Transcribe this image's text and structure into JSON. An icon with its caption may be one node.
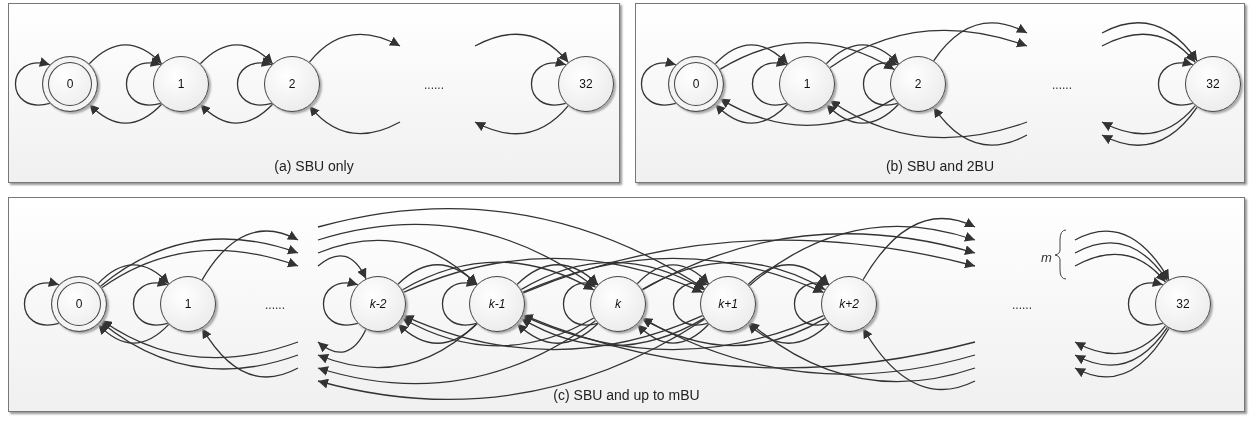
{
  "diagram": {
    "nodes": [
      {
        "text": [
          "(a) SBU only"
        ]
      },
      {
        "text": [
          "0"
        ],
        "in": 0
      },
      {
        "text": [
          "1"
        ],
        "in": 0
      },
      {
        "text": [
          "2"
        ],
        "in": 0
      },
      {
        "text": [
          "32"
        ],
        "in": 0
      },
      {
        "text": [
          "(b) SBU and 2BU"
        ]
      },
      {
        "text": [
          "0"
        ],
        "in": 5
      },
      {
        "text": [
          "1"
        ],
        "in": 5
      },
      {
        "text": [
          "2"
        ],
        "in": 5
      },
      {
        "text": [
          "32"
        ],
        "in": 5
      },
      {
        "text": [
          "(c) SBU and up to mBU"
        ]
      },
      {
        "text": [
          "0"
        ],
        "in": 10
      },
      {
        "text": [
          "1"
        ],
        "in": 10
      },
      {
        "text": [
          "k-2"
        ],
        "in": 10
      },
      {
        "text": [
          "k-1"
        ],
        "in": 10
      },
      {
        "text": [
          "k"
        ],
        "in": 10
      },
      {
        "text": [
          "k+1"
        ],
        "in": 10
      },
      {
        "text": [
          "k+2"
        ],
        "in": 10
      },
      {
        "text": [
          "32"
        ],
        "in": 10
      }
    ],
    "edges": [
      {
        "from": 1,
        "to": 1,
        "arrow": "to"
      },
      {
        "from": 1,
        "to": 2,
        "arrow": "to"
      },
      {
        "from": 2,
        "to": 1,
        "arrow": "to"
      },
      {
        "from": 2,
        "to": 2,
        "arrow": "to"
      },
      {
        "from": 2,
        "to": 3,
        "arrow": "to"
      },
      {
        "from": 3,
        "to": 2,
        "arrow": "to"
      },
      {
        "from": 3,
        "to": 3,
        "arrow": "to"
      },
      {
        "from": 3,
        "to": null,
        "arrow": "to"
      },
      {
        "from": null,
        "to": 3,
        "arrow": "to"
      },
      {
        "from": null,
        "to": 4,
        "arrow": "to"
      },
      {
        "from": 4,
        "to": null,
        "arrow": "to"
      },
      {
        "from": 4,
        "to": 4,
        "arrow": "to"
      },
      {
        "from": 6,
        "to": 6,
        "arrow": "to"
      },
      {
        "from": 6,
        "to": 7,
        "arrow": "to"
      },
      {
        "from": 6,
        "to": 8,
        "arrow": "to"
      },
      {
        "from": 7,
        "to": 6,
        "arrow": "to"
      },
      {
        "from": 8,
        "to": 6,
        "arrow": "to"
      },
      {
        "from": 7,
        "to": 7,
        "arrow": "to"
      },
      {
        "from": 7,
        "to": 8,
        "arrow": "to"
      },
      {
        "from": 7,
        "to": null,
        "arrow": "to"
      },
      {
        "from": 8,
        "to": 7,
        "arrow": "to"
      },
      {
        "from": 8,
        "to": 8,
        "arrow": "to"
      },
      {
        "from": 8,
        "to": null,
        "arrow": "to"
      },
      {
        "from": null,
        "to": 7,
        "arrow": "to"
      },
      {
        "from": null,
        "to": 8,
        "arrow": "to"
      },
      {
        "from": null,
        "to": 9,
        "arrow": "to"
      },
      {
        "from": null,
        "to": 9,
        "arrow": "to"
      },
      {
        "from": 9,
        "to": null,
        "arrow": "to"
      },
      {
        "from": 9,
        "to": null,
        "arrow": "to"
      },
      {
        "from": 9,
        "to": 9,
        "arrow": "to"
      },
      {
        "from": 11,
        "to": 11,
        "arrow": "to"
      },
      {
        "from": 11,
        "to": 12,
        "arrow": "to"
      },
      {
        "from": 11,
        "to": null,
        "arrow": "to"
      },
      {
        "from": 11,
        "to": null,
        "arrow": "to"
      },
      {
        "from": 12,
        "to": 11,
        "arrow": "to"
      },
      {
        "from": null,
        "to": 11,
        "arrow": "to"
      },
      {
        "from": null,
        "to": 11,
        "arrow": "to"
      },
      {
        "from": 12,
        "to": 12,
        "arrow": "to"
      },
      {
        "from": 12,
        "to": null,
        "arrow": "to"
      },
      {
        "from": null,
        "to": 12,
        "arrow": "to"
      },
      {
        "from": null,
        "to": 13,
        "arrow": "to"
      },
      {
        "from": null,
        "to": 14,
        "arrow": "to"
      },
      {
        "from": null,
        "to": 15,
        "arrow": "to"
      },
      {
        "from": null,
        "to": 16,
        "arrow": "to"
      },
      {
        "from": 13,
        "to": 13,
        "arrow": "to"
      },
      {
        "from": 13,
        "to": 14,
        "arrow": "to"
      },
      {
        "from": 13,
        "to": 15,
        "arrow": "to"
      },
      {
        "from": 13,
        "to": 16,
        "arrow": "to"
      },
      {
        "from": 13,
        "to": null,
        "arrow": "to"
      },
      {
        "from": 14,
        "to": 14,
        "arrow": "to"
      },
      {
        "from": 14,
        "to": 13,
        "arrow": "to"
      },
      {
        "from": 14,
        "to": 15,
        "arrow": "to"
      },
      {
        "from": 14,
        "to": 16,
        "arrow": "to"
      },
      {
        "from": 14,
        "to": 17,
        "arrow": "to"
      },
      {
        "from": 14,
        "to": null,
        "arrow": "to"
      },
      {
        "from": 14,
        "to": null,
        "arrow": "to"
      },
      {
        "from": 15,
        "to": 15,
        "arrow": "to"
      },
      {
        "from": 15,
        "to": 13,
        "arrow": "to"
      },
      {
        "from": 15,
        "to": 14,
        "arrow": "to"
      },
      {
        "from": 15,
        "to": 16,
        "arrow": "to"
      },
      {
        "from": 15,
        "to": 17,
        "arrow": "to"
      },
      {
        "from": 15,
        "to": null,
        "arrow": "to"
      },
      {
        "from": 15,
        "to": null,
        "arrow": "to"
      },
      {
        "from": 16,
        "to": 16,
        "arrow": "to"
      },
      {
        "from": 16,
        "to": 13,
        "arrow": "to"
      },
      {
        "from": 16,
        "to": 14,
        "arrow": "to"
      },
      {
        "from": 16,
        "to": 15,
        "arrow": "to"
      },
      {
        "from": 16,
        "to": 17,
        "arrow": "to"
      },
      {
        "from": 16,
        "to": null,
        "arrow": "to"
      },
      {
        "from": 16,
        "to": null,
        "arrow": "to"
      },
      {
        "from": 17,
        "to": 17,
        "arrow": "to"
      },
      {
        "from": 17,
        "to": 14,
        "arrow": "to"
      },
      {
        "from": 17,
        "to": 15,
        "arrow": "to"
      },
      {
        "from": 17,
        "to": 16,
        "arrow": "to"
      },
      {
        "from": 17,
        "to": null,
        "arrow": "to"
      },
      {
        "from": null,
        "to": 14,
        "arrow": "to"
      },
      {
        "from": null,
        "to": 15,
        "arrow": "to"
      },
      {
        "from": null,
        "to": 16,
        "arrow": "to"
      },
      {
        "from": null,
        "to": 17,
        "arrow": "to"
      },
      {
        "from": null,
        "to": 18,
        "arrow": "to"
      },
      {
        "from": null,
        "to": 18,
        "arrow": "to"
      },
      {
        "from": null,
        "to": 18,
        "arrow": "to"
      },
      {
        "from": 18,
        "to": 18,
        "arrow": "to"
      },
      {
        "from": 18,
        "to": null,
        "arrow": "to"
      },
      {
        "from": 18,
        "to": null,
        "arrow": "to"
      },
      {
        "from": 18,
        "to": null,
        "arrow": "to"
      }
    ],
    "labels": [
      "......",
      "......",
      "m",
      "......",
      "......"
    ]
  }
}
